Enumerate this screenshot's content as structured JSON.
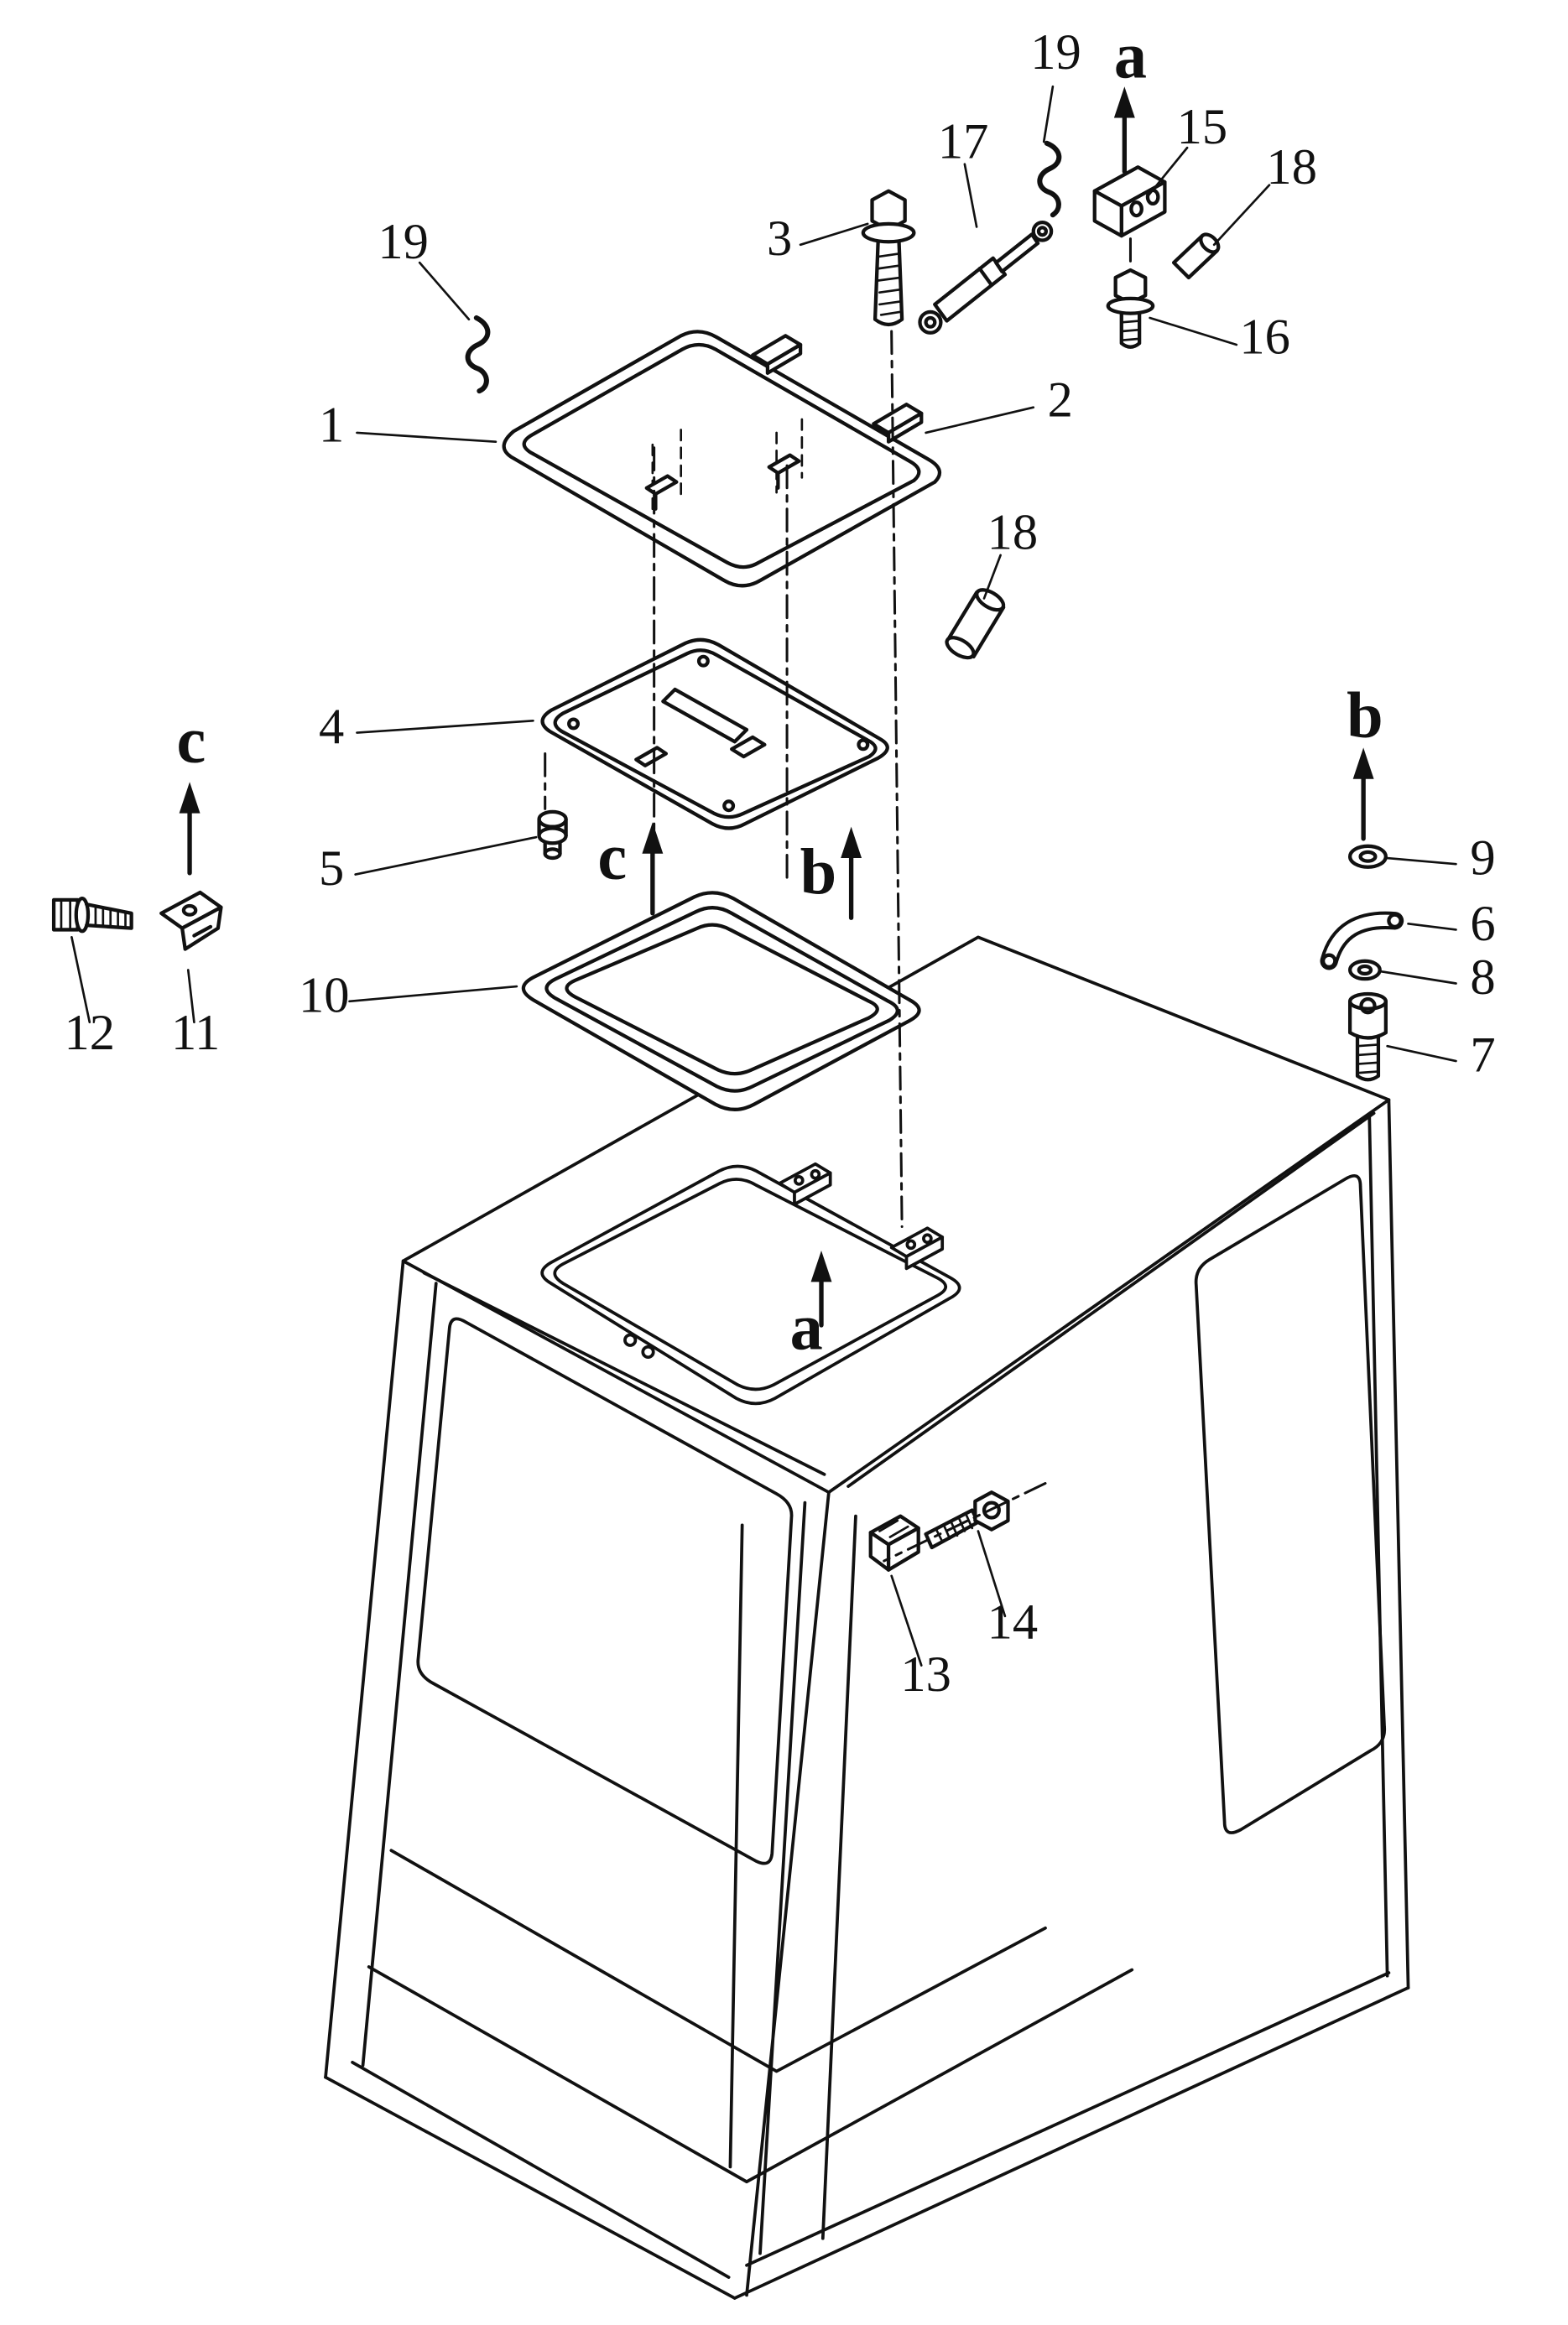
{
  "figure": {
    "kind": "exploded-parts-diagram",
    "subject": "operator-cab roof hatch assembly line drawing",
    "background_color": "#ffffff",
    "line_color": "#111111",
    "view_letters": [
      "a",
      "b",
      "c"
    ],
    "part_callouts": [
      "1",
      "2",
      "3",
      "4",
      "5",
      "6",
      "7",
      "8",
      "9",
      "10",
      "11",
      "12",
      "13",
      "14",
      "15",
      "16",
      "17",
      "18",
      "19"
    ]
  },
  "labels": [
    {
      "id": "callout-19-top",
      "text": "19"
    },
    {
      "id": "view-a-top",
      "text": "a"
    },
    {
      "id": "callout-17",
      "text": "17"
    },
    {
      "id": "callout-15",
      "text": "15"
    },
    {
      "id": "callout-18-top",
      "text": "18"
    },
    {
      "id": "callout-3",
      "text": "3"
    },
    {
      "id": "callout-19-left",
      "text": "19"
    },
    {
      "id": "callout-16",
      "text": "16"
    },
    {
      "id": "callout-1",
      "text": "1"
    },
    {
      "id": "callout-2",
      "text": "2"
    },
    {
      "id": "callout-18-mid",
      "text": "18"
    },
    {
      "id": "callout-4",
      "text": "4"
    },
    {
      "id": "view-b-right",
      "text": "b"
    },
    {
      "id": "view-c-left",
      "text": "c"
    },
    {
      "id": "callout-5",
      "text": "5"
    },
    {
      "id": "callout-9",
      "text": "9"
    },
    {
      "id": "callout-6",
      "text": "6"
    },
    {
      "id": "callout-8",
      "text": "8"
    },
    {
      "id": "callout-12",
      "text": "12"
    },
    {
      "id": "callout-11",
      "text": "11"
    },
    {
      "id": "callout-10",
      "text": "10"
    },
    {
      "id": "callout-7",
      "text": "7"
    },
    {
      "id": "view-c-mid",
      "text": "c"
    },
    {
      "id": "view-b-mid",
      "text": "b"
    },
    {
      "id": "view-a-roof",
      "text": "a"
    },
    {
      "id": "callout-13",
      "text": "13"
    },
    {
      "id": "callout-14",
      "text": "14"
    }
  ]
}
